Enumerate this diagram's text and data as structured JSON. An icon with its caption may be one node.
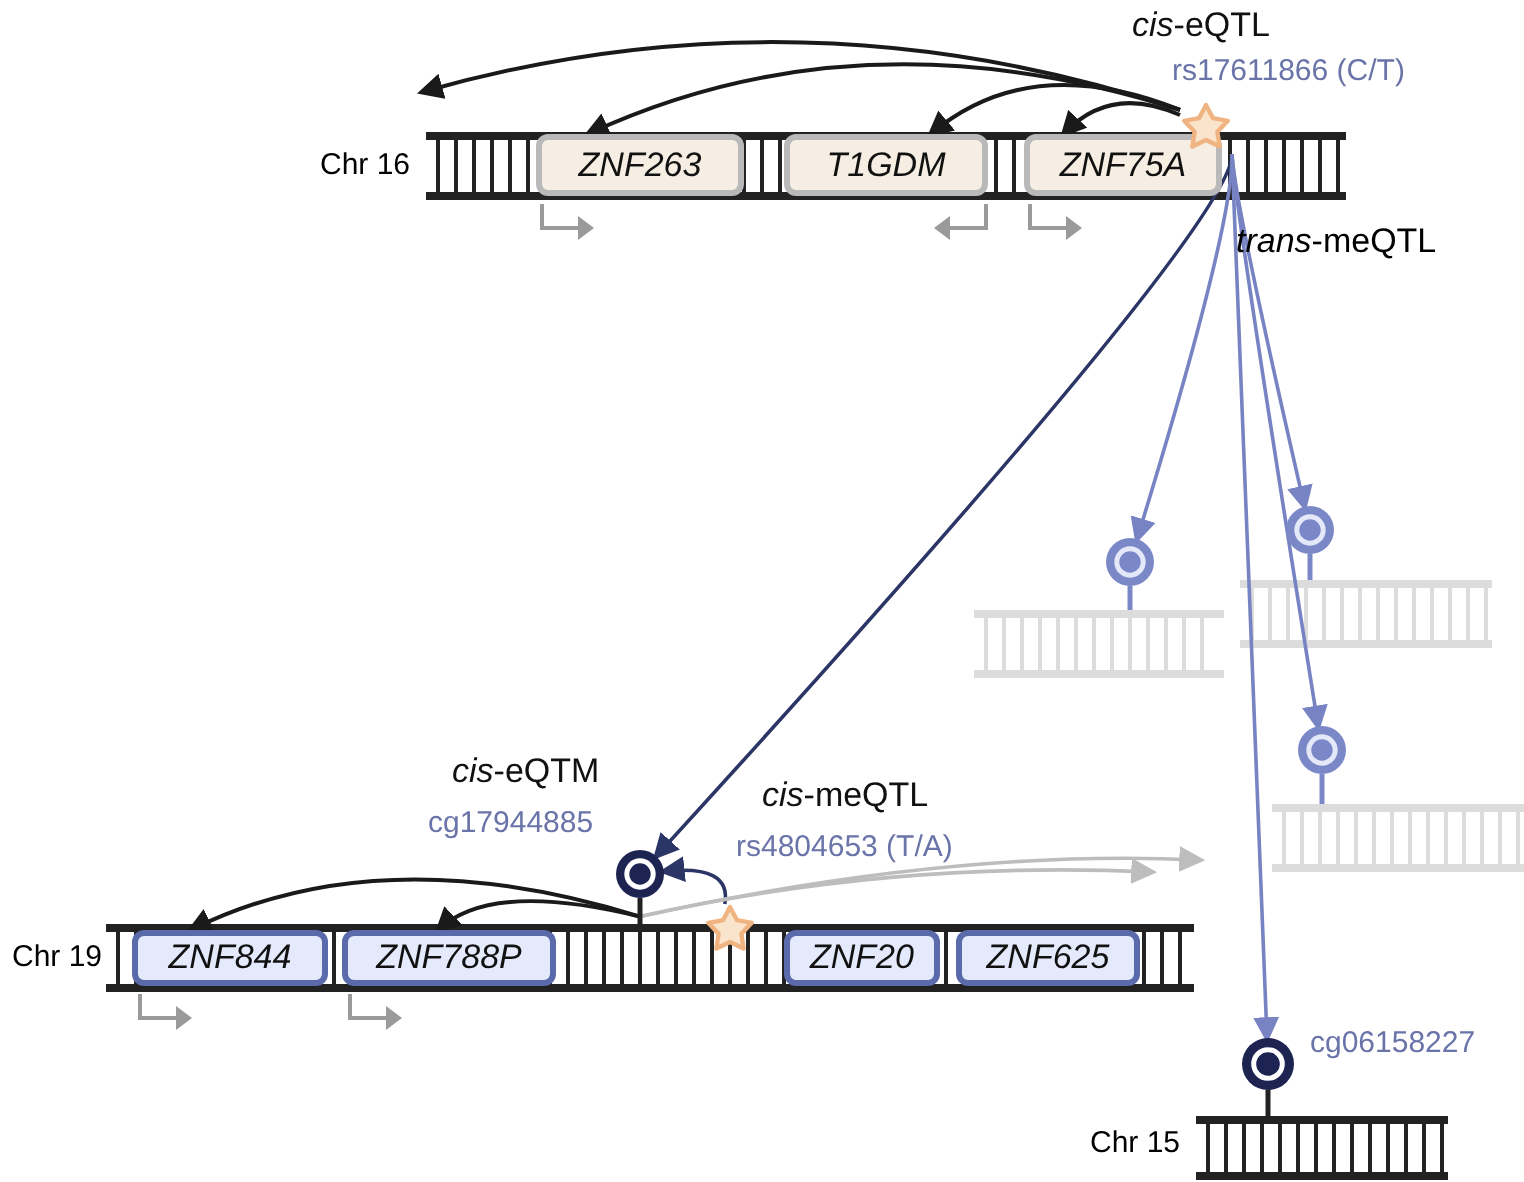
{
  "diagram": {
    "nodes": [
      {
        "text": [
          "ZNF263"
        ]
      },
      {
        "text": [
          "T1GDM"
        ]
      },
      {
        "text": [
          "ZNF75A"
        ]
      },
      {
        "text": [],
        "shape": "star",
        "beside": [
          "*cis*-eQTL",
          "rs17611866 (C/T)"
        ]
      },
      {
        "text": [],
        "shape": "circle"
      },
      {
        "text": [],
        "shape": "circle"
      },
      {
        "text": [],
        "shape": "circle"
      },
      {
        "text": [],
        "shape": "circle",
        "beside": [
          "*cis*-eQTM",
          "cg17944885"
        ]
      },
      {
        "text": [],
        "shape": "star",
        "beside": [
          "*cis*-meQTL",
          "rs4804653 (T/A)"
        ]
      },
      {
        "text": [
          "ZNF844"
        ]
      },
      {
        "text": [
          "ZNF788P"
        ]
      },
      {
        "text": [
          "ZNF20"
        ]
      },
      {
        "text": [
          "ZNF625"
        ]
      },
      {
        "text": [],
        "shape": "circle",
        "beside": [
          "cg06158227"
        ]
      }
    ],
    "edges": [
      {
        "from": 3,
        "to": null,
        "arrow": "to"
      },
      {
        "from": 3,
        "to": 0,
        "arrow": "to"
      },
      {
        "from": 3,
        "to": 1,
        "arrow": "to"
      },
      {
        "from": 3,
        "to": 2,
        "arrow": "to"
      },
      {
        "from": 3,
        "to": 7,
        "arrow": "to",
        "color": "#2b3566"
      },
      {
        "from": 3,
        "to": 4,
        "arrow": "to",
        "color": "#7783c2"
      },
      {
        "from": 3,
        "to": 5,
        "arrow": "to",
        "color": "#7783c2"
      },
      {
        "from": 3,
        "to": 6,
        "arrow": "to",
        "color": "#7783c2"
      },
      {
        "from": 3,
        "to": 13,
        "arrow": "to",
        "color": "#7783c2"
      },
      {
        "from": 8,
        "to": 7,
        "arrow": "to",
        "color": "#2b3566"
      },
      {
        "from": 7,
        "to": 9,
        "arrow": "to"
      },
      {
        "from": 7,
        "to": 10,
        "arrow": "to"
      },
      {
        "from": 7,
        "to": null,
        "arrow": "to",
        "color": "#bdbdbd"
      },
      {
        "from": 7,
        "to": null,
        "arrow": "to",
        "color": "#bdbdbd"
      }
    ],
    "labels": [
      "*trans*-meQTL",
      "Chr 16",
      "Chr 19",
      "Chr 15"
    ]
  }
}
